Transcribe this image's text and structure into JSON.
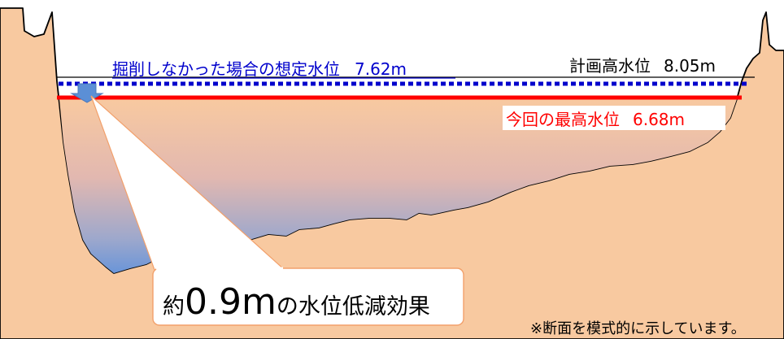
{
  "labels": {
    "planned_high_water": {
      "name": "計画高水位",
      "value": "8.05m"
    },
    "no_excavation_water": {
      "name": "掘削しなかった場合の想定水位",
      "value": "7.62m"
    },
    "max_water": {
      "name": "今回の最高水位",
      "value": "6.68m"
    }
  },
  "callout": {
    "prefix": "約",
    "value": "0.9m",
    "suffix": "の水位低減効果"
  },
  "note": "※断面を模式的に示しています。",
  "colors": {
    "ground": "#f8c9a0",
    "ground_outline": "#000000",
    "planned_line": "#000000",
    "no_excavation_line": "#0000cc",
    "max_line": "#ff0000",
    "water_top": "#f8c9a0",
    "water_bottom": "#6a95d8",
    "arrow": "#5b8fd6"
  },
  "levels": {
    "planned_m": 8.05,
    "no_excavation_m": 7.62,
    "max_m": 6.68,
    "reduction_m": 0.9
  }
}
